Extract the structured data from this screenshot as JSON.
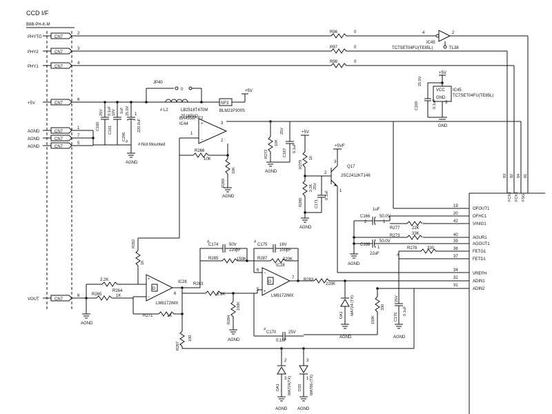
{
  "header": {
    "title": "CCD I/F",
    "connector_part": "B8B-PH-K-M"
  },
  "connector": {
    "name": "CN7",
    "pins": [
      {
        "net": "PHYTG",
        "pin": "2"
      },
      {
        "net": "PHY2",
        "pin": "3"
      },
      {
        "net": "PHY1",
        "pin": "4"
      },
      {
        "net": "+5V",
        "pin": "6"
      },
      {
        "net": "AGND",
        "pin": "1"
      },
      {
        "net": "AGND",
        "pin": "7"
      },
      {
        "net": "AGND",
        "pin": "5"
      },
      {
        "net": "VOUT",
        "pin": "6"
      }
    ]
  },
  "resistors": [
    {
      "ref": "R96",
      "value": "0"
    },
    {
      "ref": "R97",
      "value": "0"
    },
    {
      "ref": "R98",
      "value": "0"
    },
    {
      "ref": "R266",
      "value": "10K"
    },
    {
      "ref": "R269",
      "value": "10K"
    },
    {
      "ref": "R272",
      "value": "10K"
    },
    {
      "ref": "R279",
      "value": "1K"
    },
    {
      "ref": "R280",
      "value": "2.2K"
    },
    {
      "ref": "R282",
      "value": "1K"
    },
    {
      "ref": "R264",
      "value": "1K"
    },
    {
      "ref": "R263",
      "value": "3.9K"
    },
    {
      "ref": "R265",
      "value": "3.9K"
    },
    {
      "ref": "R268",
      "value": "2.2K"
    },
    {
      "ref": "R271",
      "value": "1K"
    },
    {
      "ref": "R277",
      "value": "22K"
    },
    {
      "ref": "R273",
      "value": "33K"
    },
    {
      "ref": "R278",
      "value": "330"
    },
    {
      "ref": "R284",
      "value": "150K"
    },
    {
      "ref": "R285",
      "value": "150K"
    },
    {
      "ref": "R287",
      "value": "220K"
    },
    {
      "ref": "R283",
      "value": "220K"
    },
    {
      "ref": "R267",
      "value": "100"
    }
  ],
  "capacitors": [
    {
      "ref": "C160",
      "value": "25V"
    },
    {
      "ref": "C161",
      "value": "10V"
    },
    {
      "ref": "C296",
      "value": "25.0V"
    },
    {
      "ref": "C169",
      "value": "25.0V"
    },
    {
      "ref": "C167",
      "value": "25V"
    },
    {
      "ref": "C171",
      "value": "25V"
    },
    {
      "ref": "C166",
      "value": "50.0V"
    },
    {
      "ref": "C168",
      "value": "50.0V"
    },
    {
      "ref": "C174",
      "value": "50V"
    },
    {
      "ref": "C175",
      "value": "16V"
    },
    {
      "ref": "C176",
      "value": "25V"
    },
    {
      "ref": "C170",
      "value": "25V"
    }
  ],
  "labels": {
    "jp40": "JP40",
    "jp40_val": "0",
    "l2": "# L2",
    "l2_part": "LB2518T470M",
    "pad": "2518PAD",
    "nf3": "NF3",
    "nf3_part": "BLM21P300S",
    "p5v": "+5V",
    "ic45_pin4": "4",
    "ic45_pin2": "2",
    "ic45": "IC45",
    "ic45_part": "TC7SET04FU(TE85L)",
    "tl38": "TL38",
    "ic45b_part": "TC7SET04FU(TE85L)",
    "vcc": "VCC",
    "gnd": "GND",
    "c0_1uf": "0.1uF",
    "c1uf": "1uF",
    "c220uf": "220.0uF",
    "not_mounted": "#:Not Mounted",
    "agnd": "AGND",
    "ba4558": "BA4558F-E2",
    "ic44": "IC44",
    "q17": "Q17",
    "q17_part": "2SC2412KT146",
    "p5vf": "+5VF",
    "ic28": "IC28",
    "ic28_part": "LM6172IMX",
    "cap_220pf": "220pF",
    "cap_100pf": "100pF",
    "cap_1uf": "1uF",
    "cap_22uf": "22uF",
    "cap_0_1uf": "0.1uF",
    "da1": "DA1",
    "da1_part": "MA724-(TX)",
    "da1b_part": "MA724(TX)",
    "d33": "D33",
    "d33_part": "MA786-(TX)",
    "hash": "#",
    "pin_1": "1",
    "pin_2": "2",
    "pin_3": "3",
    "pin_5": "5",
    "pin_6": "6",
    "pin_7": "7",
    "pin_8": "8",
    "pin_4": "4"
  },
  "chip_pins": [
    {
      "num": "19",
      "name": "OFOUT1"
    },
    {
      "num": "20",
      "name": "OFHC1"
    },
    {
      "num": "42",
      "name": "VINIG1"
    },
    {
      "num": "40",
      "name": "AGUR1"
    },
    {
      "num": "39",
      "name": "AGOUT1"
    },
    {
      "num": "38",
      "name": "FETG1"
    },
    {
      "num": "37",
      "name": "FETD1"
    },
    {
      "num": "34",
      "name": "VREFH"
    },
    {
      "num": "32",
      "name": "ADIN1"
    },
    {
      "num": "31",
      "name": "ADIN2"
    }
  ],
  "chip_top_pins": [
    {
      "num": "83",
      "name": "FCK1"
    },
    {
      "num": "82",
      "name": "FCK2"
    },
    {
      "num": "84",
      "name": "FCK3"
    },
    {
      "num": "81",
      "name": "FSG"
    }
  ]
}
